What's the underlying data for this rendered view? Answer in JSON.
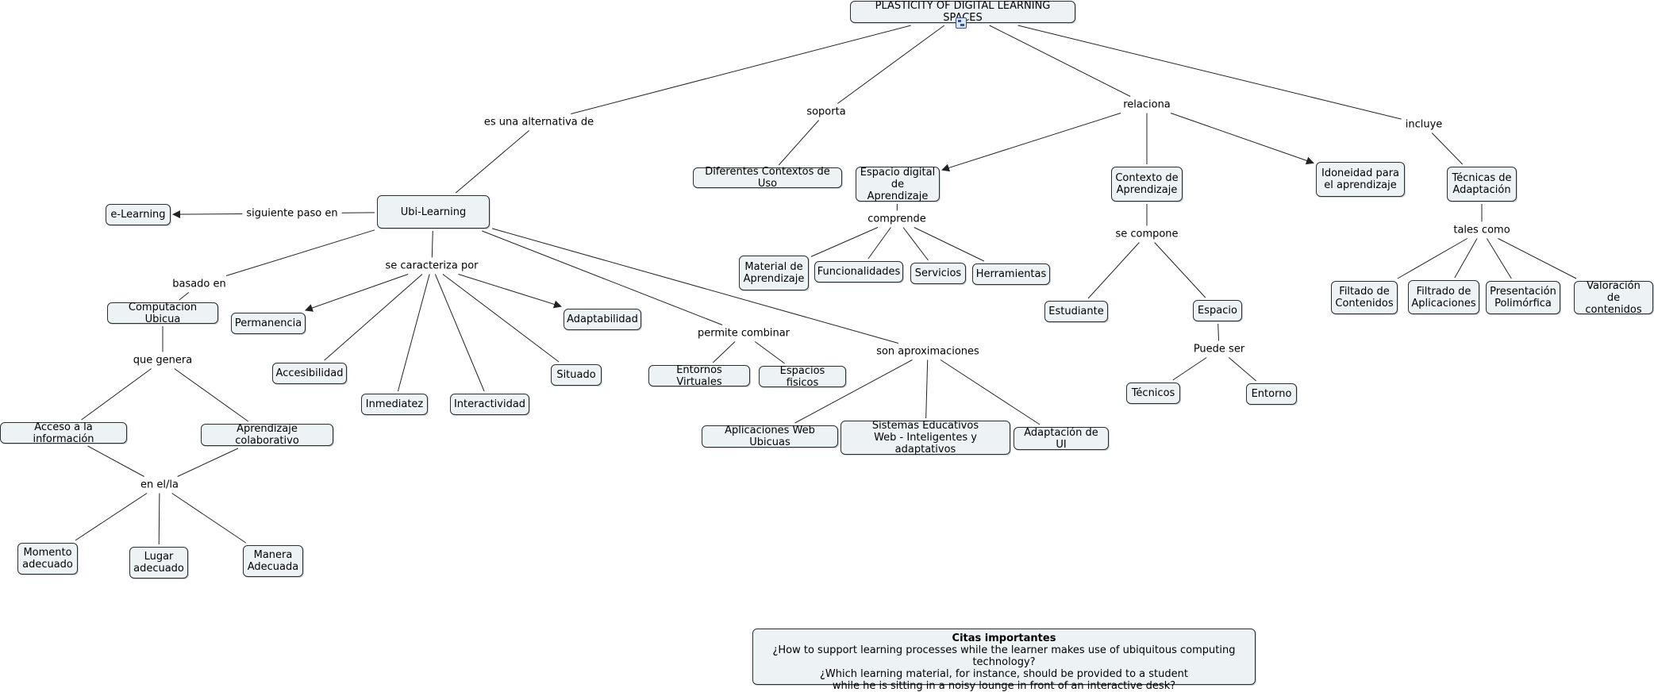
{
  "nodes": [
    {
      "id": "n-plasticity",
      "text": "PLASTICITY OF DIGITAL LEARNING SPACES"
    },
    {
      "id": "n-diferentes",
      "text": "Diferentes Contextos de Uso"
    },
    {
      "id": "n-espacio-digital",
      "text": "Espacio digital\nde Aprendizaje"
    },
    {
      "id": "n-contexto",
      "text": "Contexto de\nAprendizaje"
    },
    {
      "id": "n-idoneidad",
      "text": "Idoneidad para\nel aprendizaje"
    },
    {
      "id": "n-tecnicas",
      "text": "Técnicas de\nAdaptación"
    },
    {
      "id": "n-elearning",
      "text": "e-Learning"
    },
    {
      "id": "n-ubi",
      "text": "Ubi-Learning"
    },
    {
      "id": "n-computacion",
      "text": "Computacion Ubicua"
    },
    {
      "id": "n-permanencia",
      "text": "Permanencia"
    },
    {
      "id": "n-adaptabilidad",
      "text": "Adaptabilidad"
    },
    {
      "id": "n-accesibilidad",
      "text": "Accesibilidad"
    },
    {
      "id": "n-situado",
      "text": "Situado"
    },
    {
      "id": "n-inmediatez",
      "text": "Inmediatez"
    },
    {
      "id": "n-interactividad",
      "text": "Interactividad"
    },
    {
      "id": "n-material",
      "text": "Material de\nAprendizaje"
    },
    {
      "id": "n-funcionalidades",
      "text": "Funcionalidades"
    },
    {
      "id": "n-servicios",
      "text": "Servicios"
    },
    {
      "id": "n-herramientas",
      "text": "Herramientas"
    },
    {
      "id": "n-estudiante",
      "text": "Estudiante"
    },
    {
      "id": "n-espacio",
      "text": "Espacio"
    },
    {
      "id": "n-tecnicos",
      "text": "Técnicos"
    },
    {
      "id": "n-entorno",
      "text": "Entorno"
    },
    {
      "id": "n-filtado",
      "text": "Filtado de\nContenidos"
    },
    {
      "id": "n-filtrado-apl",
      "text": "Filtrado de\nAplicaciones"
    },
    {
      "id": "n-presentacion",
      "text": "Presentación\nPolimórfica"
    },
    {
      "id": "n-valoracion",
      "text": "Valoración\nde contenidos"
    },
    {
      "id": "n-entornos-virtuales",
      "text": "Entornos Virtuales"
    },
    {
      "id": "n-espacios-fisicos",
      "text": "Espacios fisicos"
    },
    {
      "id": "n-aplicaciones-web",
      "text": "Aplicaciones Web Ubicuas"
    },
    {
      "id": "n-sistemas",
      "text": "Sistemas Educativos\nWeb - Inteligentes y adaptativos"
    },
    {
      "id": "n-adaptacion-ui",
      "text": "Adaptación de UI"
    },
    {
      "id": "n-acceso",
      "text": "Acceso a la información"
    },
    {
      "id": "n-aprendizaje-col",
      "text": "Aprendizaje colaborativo"
    },
    {
      "id": "n-momento",
      "text": "Momento\nadecuado"
    },
    {
      "id": "n-lugar",
      "text": "Lugar\nadecuado"
    },
    {
      "id": "n-manera",
      "text": "Manera\nAdecuada"
    }
  ],
  "linking_phrases": [
    {
      "id": "l-alternativa",
      "text": "es una alternativa de"
    },
    {
      "id": "l-soporta",
      "text": "soporta"
    },
    {
      "id": "l-relaciona",
      "text": "relaciona"
    },
    {
      "id": "l-incluye",
      "text": "incluye"
    },
    {
      "id": "l-siguiente",
      "text": "siguiente paso en"
    },
    {
      "id": "l-basado",
      "text": "basado en"
    },
    {
      "id": "l-caracteriza",
      "text": "se caracteriza por"
    },
    {
      "id": "l-que-genera",
      "text": "que genera"
    },
    {
      "id": "l-comprende",
      "text": "comprende"
    },
    {
      "id": "l-se-compone",
      "text": "se compone"
    },
    {
      "id": "l-puede-ser",
      "text": "Puede ser"
    },
    {
      "id": "l-tales-como",
      "text": "tales como"
    },
    {
      "id": "l-permite",
      "text": "permite combinar"
    },
    {
      "id": "l-aproximaciones",
      "text": "son aproximaciones"
    },
    {
      "id": "l-en-el-la",
      "text": "en el/la"
    }
  ],
  "connections": [
    {
      "from": "n-plasticity",
      "to": "l-alternativa",
      "arrow": false
    },
    {
      "from": "l-alternativa",
      "to": "n-ubi",
      "arrow": false
    },
    {
      "from": "n-plasticity",
      "to": "l-soporta",
      "arrow": false
    },
    {
      "from": "l-soporta",
      "to": "n-diferentes",
      "arrow": false
    },
    {
      "from": "n-plasticity",
      "to": "l-relaciona",
      "arrow": false
    },
    {
      "from": "l-relaciona",
      "to": "n-espacio-digital",
      "arrow": true
    },
    {
      "from": "l-relaciona",
      "to": "n-contexto",
      "arrow": false
    },
    {
      "from": "l-relaciona",
      "to": "n-idoneidad",
      "arrow": true
    },
    {
      "from": "n-plasticity",
      "to": "l-incluye",
      "arrow": false
    },
    {
      "from": "l-incluye",
      "to": "n-tecnicas",
      "arrow": false
    },
    {
      "from": "n-ubi",
      "to": "l-siguiente",
      "arrow": false
    },
    {
      "from": "l-siguiente",
      "to": "n-elearning",
      "arrow": true
    },
    {
      "from": "n-ubi",
      "to": "l-basado",
      "arrow": false
    },
    {
      "from": "l-basado",
      "to": "n-computacion",
      "arrow": false
    },
    {
      "from": "n-ubi",
      "to": "l-caracteriza",
      "arrow": false
    },
    {
      "from": "l-caracteriza",
      "to": "n-permanencia",
      "arrow": true
    },
    {
      "from": "l-caracteriza",
      "to": "n-adaptabilidad",
      "arrow": true
    },
    {
      "from": "l-caracteriza",
      "to": "n-accesibilidad",
      "arrow": false
    },
    {
      "from": "l-caracteriza",
      "to": "n-inmediatez",
      "arrow": false
    },
    {
      "from": "l-caracteriza",
      "to": "n-interactividad",
      "arrow": false
    },
    {
      "from": "l-caracteriza",
      "to": "n-situado",
      "arrow": false
    },
    {
      "from": "n-ubi",
      "to": "l-permite",
      "arrow": false
    },
    {
      "from": "l-permite",
      "to": "n-entornos-virtuales",
      "arrow": false
    },
    {
      "from": "l-permite",
      "to": "n-espacios-fisicos",
      "arrow": false
    },
    {
      "from": "n-ubi",
      "to": "l-aproximaciones",
      "arrow": false
    },
    {
      "from": "l-aproximaciones",
      "to": "n-aplicaciones-web",
      "arrow": false
    },
    {
      "from": "l-aproximaciones",
      "to": "n-sistemas",
      "arrow": false
    },
    {
      "from": "l-aproximaciones",
      "to": "n-adaptacion-ui",
      "arrow": false
    },
    {
      "from": "n-computacion",
      "to": "l-que-genera",
      "arrow": false
    },
    {
      "from": "l-que-genera",
      "to": "n-acceso",
      "arrow": false
    },
    {
      "from": "l-que-genera",
      "to": "n-aprendizaje-col",
      "arrow": false
    },
    {
      "from": "n-acceso",
      "to": "l-en-el-la",
      "arrow": false
    },
    {
      "from": "n-aprendizaje-col",
      "to": "l-en-el-la",
      "arrow": false
    },
    {
      "from": "l-en-el-la",
      "to": "n-momento",
      "arrow": false
    },
    {
      "from": "l-en-el-la",
      "to": "n-lugar",
      "arrow": false
    },
    {
      "from": "l-en-el-la",
      "to": "n-manera",
      "arrow": false
    },
    {
      "from": "n-espacio-digital",
      "to": "l-comprende",
      "arrow": false
    },
    {
      "from": "l-comprende",
      "to": "n-material",
      "arrow": false
    },
    {
      "from": "l-comprende",
      "to": "n-funcionalidades",
      "arrow": false
    },
    {
      "from": "l-comprende",
      "to": "n-servicios",
      "arrow": false
    },
    {
      "from": "l-comprende",
      "to": "n-herramientas",
      "arrow": false
    },
    {
      "from": "n-contexto",
      "to": "l-se-compone",
      "arrow": false
    },
    {
      "from": "l-se-compone",
      "to": "n-estudiante",
      "arrow": false
    },
    {
      "from": "l-se-compone",
      "to": "n-espacio",
      "arrow": false
    },
    {
      "from": "n-espacio",
      "to": "l-puede-ser",
      "arrow": false
    },
    {
      "from": "l-puede-ser",
      "to": "n-tecnicos",
      "arrow": false
    },
    {
      "from": "l-puede-ser",
      "to": "n-entorno",
      "arrow": false
    },
    {
      "from": "n-tecnicas",
      "to": "l-tales-como",
      "arrow": false
    },
    {
      "from": "l-tales-como",
      "to": "n-filtado",
      "arrow": false
    },
    {
      "from": "l-tales-como",
      "to": "n-filtrado-apl",
      "arrow": false
    },
    {
      "from": "l-tales-como",
      "to": "n-presentacion",
      "arrow": false
    },
    {
      "from": "l-tales-como",
      "to": "n-valoracion",
      "arrow": false
    }
  ],
  "quote": {
    "title": "Citas importantes",
    "lines": [
      "¿How to support learning processes while the learner makes use of ubiquitous computing technology?",
      "¿Which learning material, for instance, should be provided to a student",
      "while he is sitting in a noisy lounge in front of an interactive desk?"
    ]
  },
  "colors": {
    "node_fill": "#edf3f4",
    "node_border": "#2b2f33",
    "link_line": "#1f2326",
    "background": "#ffffff"
  },
  "icons": {
    "map_icon": "concept-map-icon"
  }
}
